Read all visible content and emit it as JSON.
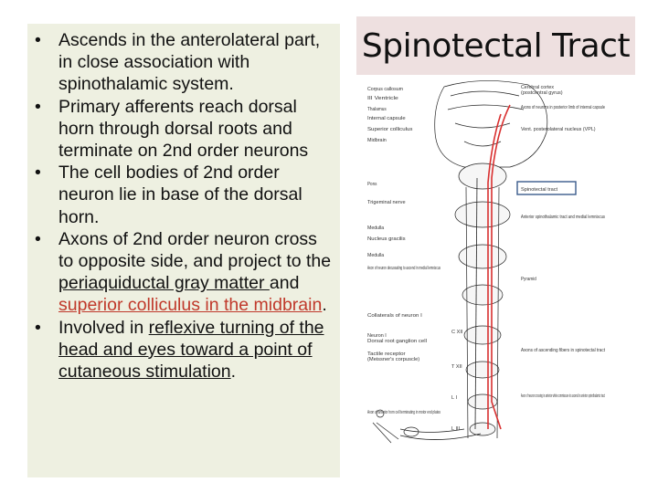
{
  "title": "Spinotectal Tract",
  "bullets": [
    {
      "parts": [
        {
          "t": "Ascends in the anterolateral part, in close association with spinothalamic system."
        }
      ]
    },
    {
      "parts": [
        {
          "t": "Primary afferents reach dorsal horn through dorsal roots and terminate on 2nd order neurons"
        }
      ]
    },
    {
      "parts": [
        {
          "t": "The cell bodies of 2nd order neuron lie in base of the dorsal horn."
        }
      ]
    },
    {
      "parts": [
        {
          "t": "Axons of 2nd order neuron cross to opposite side, and project to the "
        },
        {
          "t": "periaquiductal gray matter ",
          "style": "u"
        },
        {
          "t": "and "
        },
        {
          "t": "superior colliculus in the midbrain",
          "style": "red"
        },
        {
          "t": "."
        }
      ]
    },
    {
      "parts": [
        {
          "t": "Involved in "
        },
        {
          "t": "reflexive turning of the head and eyes toward a point of cutaneous stimulation",
          "style": "u"
        },
        {
          "t": "."
        }
      ]
    }
  ],
  "bullet_char": "•",
  "diagram": {
    "labels_left": [
      "Corpus callosum",
      "III Ventricle",
      "Thalamus",
      "Internal capsule",
      "Superior colliculus",
      "Midbrain",
      "Pons",
      "Trigeminal nerve",
      "Medulla",
      "Nucleus gracilis",
      "Medulla",
      "Axon of neuron decussating to ascend in medial lemniscus",
      "Collaterals of neuron I",
      "Neuron I",
      "Dorsal root ganglion cell",
      "Tactile receptor",
      "(Meissner's corpuscle)",
      "Axon of anterior horn cell terminating in motor end plates"
    ],
    "labels_right": [
      "Cerebral cortex",
      "(postcentral gyrus)",
      "Axons of neurons in posterior limb of internal capsule",
      "Vent. posterolateral nucleus (VPL)",
      "Spinotectal tract",
      "Anterior spinothalamic tract and medial lemniscus",
      "Pyramid",
      "Axons of ascending fibers in spinotectal tract",
      "Axon of neuron crossing in anterior white commissure to ascend in anterior spinothalamic tract"
    ],
    "segment_labels": [
      "C XII",
      "T XII",
      "L I",
      "L III"
    ],
    "highlight_label": "Spinotectal tract",
    "colors": {
      "tract": "#d93030",
      "outline": "#222222",
      "highlight_box": "#3a5a8c"
    }
  }
}
